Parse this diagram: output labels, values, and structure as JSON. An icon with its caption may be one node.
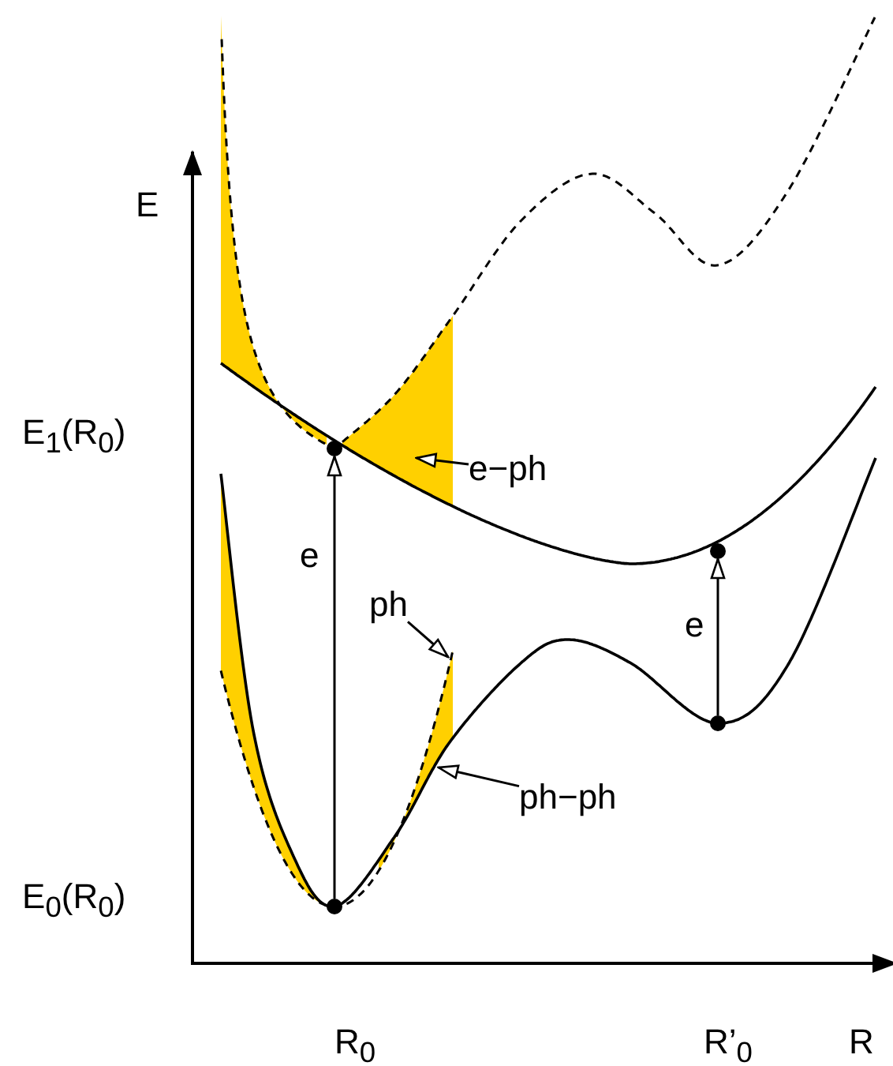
{
  "diagram": {
    "nodes": [
      {
        "text": [],
        "shape": "region"
      },
      {
        "text": [],
        "shape": "region"
      },
      {
        "text": [],
        "shape": "region"
      },
      {
        "text": [],
        "shape": "region"
      },
      {
        "text": [],
        "shape": "circle"
      },
      {
        "text": [],
        "shape": "circle"
      },
      {
        "text": [],
        "shape": "circle"
      },
      {
        "text": [],
        "shape": "circle"
      },
      {
        "text": [
          "e−ph"
        ]
      },
      {
        "text": [
          "ph"
        ]
      },
      {
        "text": [
          "ph−ph"
        ]
      }
    ],
    "edges": [
      {
        "from": 5,
        "to": 4,
        "arrow": "to",
        "label": "e"
      },
      {
        "from": 7,
        "to": 6,
        "arrow": "to",
        "label": "e"
      },
      {
        "from": 8,
        "to": 1,
        "arrow": "to"
      },
      {
        "from": 9,
        "to": 3,
        "arrow": "to"
      },
      {
        "from": 10,
        "to": 3,
        "arrow": "to"
      }
    ],
    "labels": [
      "E",
      "E$_{1}$(R$_{0}$)",
      "E$_{0}$(R$_{0}$)",
      "R$_{0}$",
      "R’$_{0}$",
      "R"
    ]
  }
}
